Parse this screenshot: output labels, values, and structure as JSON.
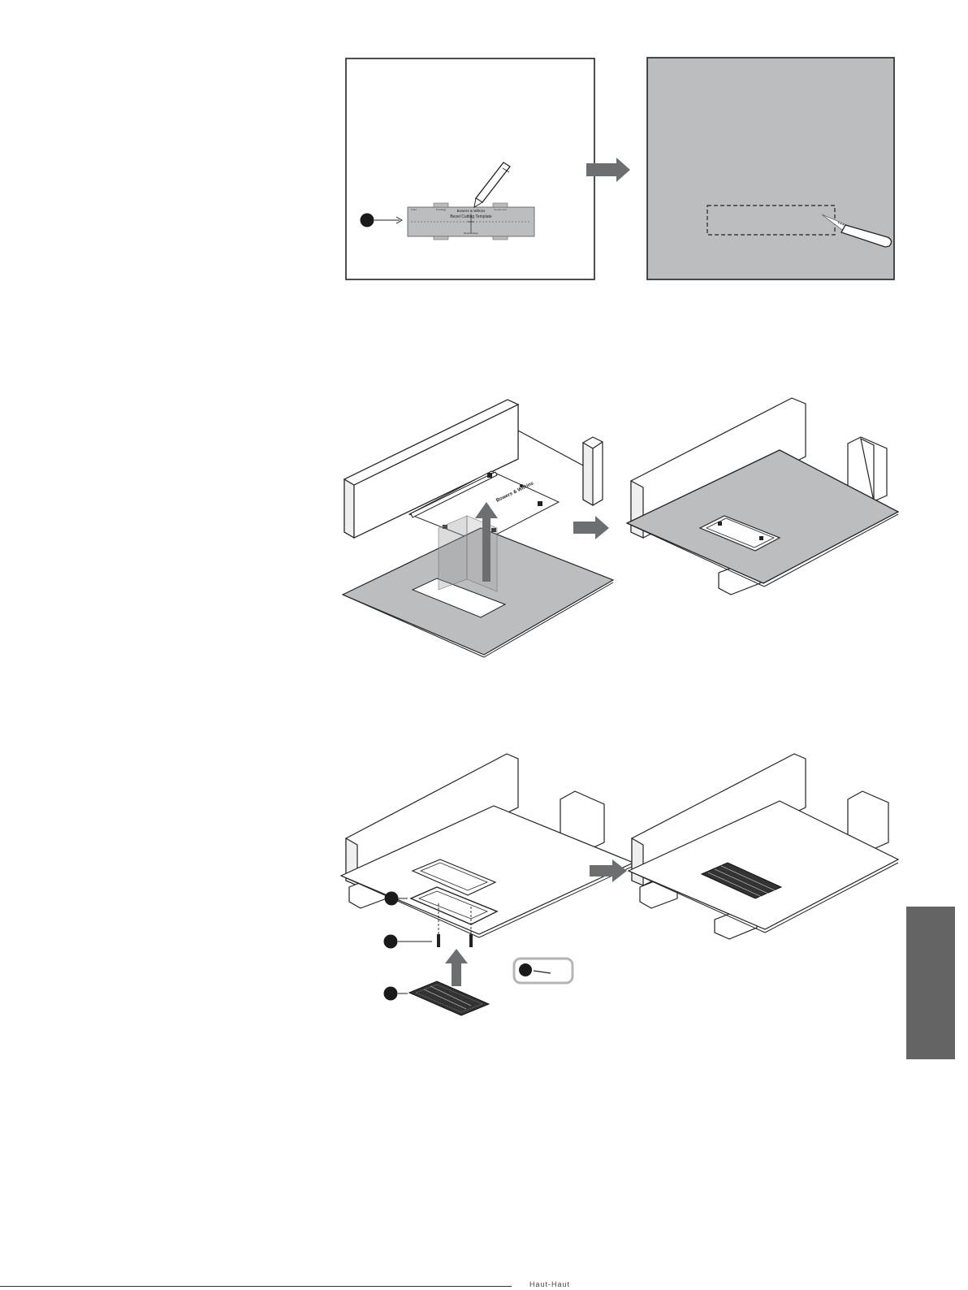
{
  "template": {
    "heading": "Bowers & Wilkins",
    "subheading": "Bezel Cutting Template",
    "small_labels": [
      "Front",
      "Top Edge",
      "Centre Line",
      "Bottom Edge"
    ]
  },
  "bracket_brand": "Bowers & Wilkins",
  "footer": "Haut-Haut",
  "colors": {
    "panel_gray": "#bcbdbf",
    "dark_gray": "#646464",
    "arrow_gray": "#6d6e70",
    "outline": "#222222",
    "callout_pill": "#b5b5b5"
  },
  "icons": [
    "callout-dot-icon",
    "pencil-icon",
    "utility-knife-icon",
    "screw-icon",
    "arrow-right-icon",
    "arrow-up-icon"
  ]
}
